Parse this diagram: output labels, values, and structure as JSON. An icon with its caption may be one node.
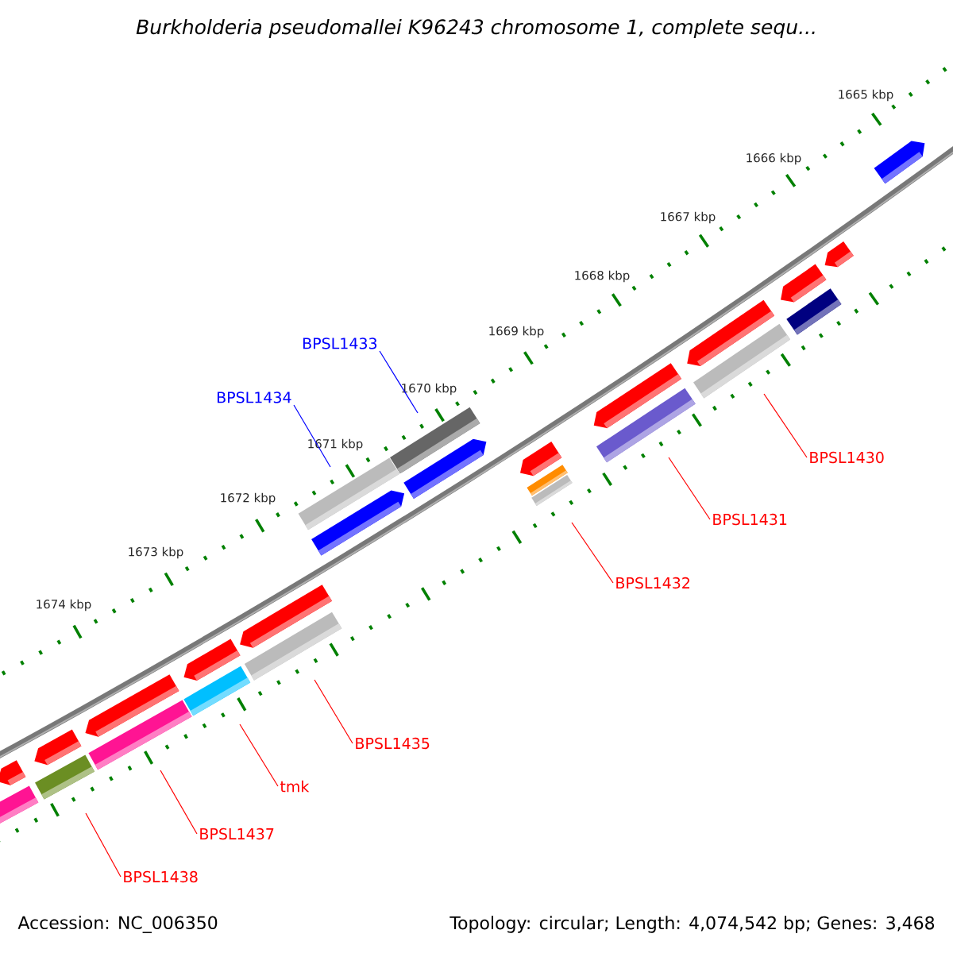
{
  "diagram": {
    "title": "Burkholderia pseudomallei K96243 chromosome 1, complete sequ...",
    "nodes": [
      {
        "text": [
          "BPSL1433"
        ]
      },
      {
        "text": [
          "BPSL1434"
        ]
      },
      {
        "text": [
          "BPSL1430"
        ]
      },
      {
        "text": [
          "BPSL1431"
        ]
      },
      {
        "text": [
          "BPSL1432"
        ]
      },
      {
        "text": [
          "BPSL1435"
        ]
      },
      {
        "text": [
          "tmk"
        ]
      },
      {
        "text": [
          "BPSL1437"
        ]
      },
      {
        "text": [
          "BPSL1438"
        ]
      }
    ],
    "edges": [
      {
        "from": 0,
        "to": null,
        "arrow": "none",
        "color": "#0000ff"
      },
      {
        "from": 1,
        "to": null,
        "arrow": "none",
        "color": "#0000ff"
      },
      {
        "from": 2,
        "to": null,
        "arrow": "none"
      },
      {
        "from": 3,
        "to": null,
        "arrow": "none"
      },
      {
        "from": 4,
        "to": null,
        "arrow": "none"
      },
      {
        "from": 5,
        "to": null,
        "arrow": "none"
      },
      {
        "from": 6,
        "to": null,
        "arrow": "none"
      },
      {
        "from": 7,
        "to": null,
        "arrow": "none"
      },
      {
        "from": 8,
        "to": null,
        "arrow": "none"
      }
    ],
    "labels": [
      "1665 kbp",
      "1666 kbp",
      "1667 kbp",
      "1668 kbp",
      "1669 kbp",
      "1670 kbp",
      "1671 kbp",
      "1672 kbp",
      "1673 kbp",
      "1674 kbp",
      "Accession: NC_006350",
      "Topology: circular; Length: 4,074,542 bp; Genes: 3,468"
    ]
  }
}
